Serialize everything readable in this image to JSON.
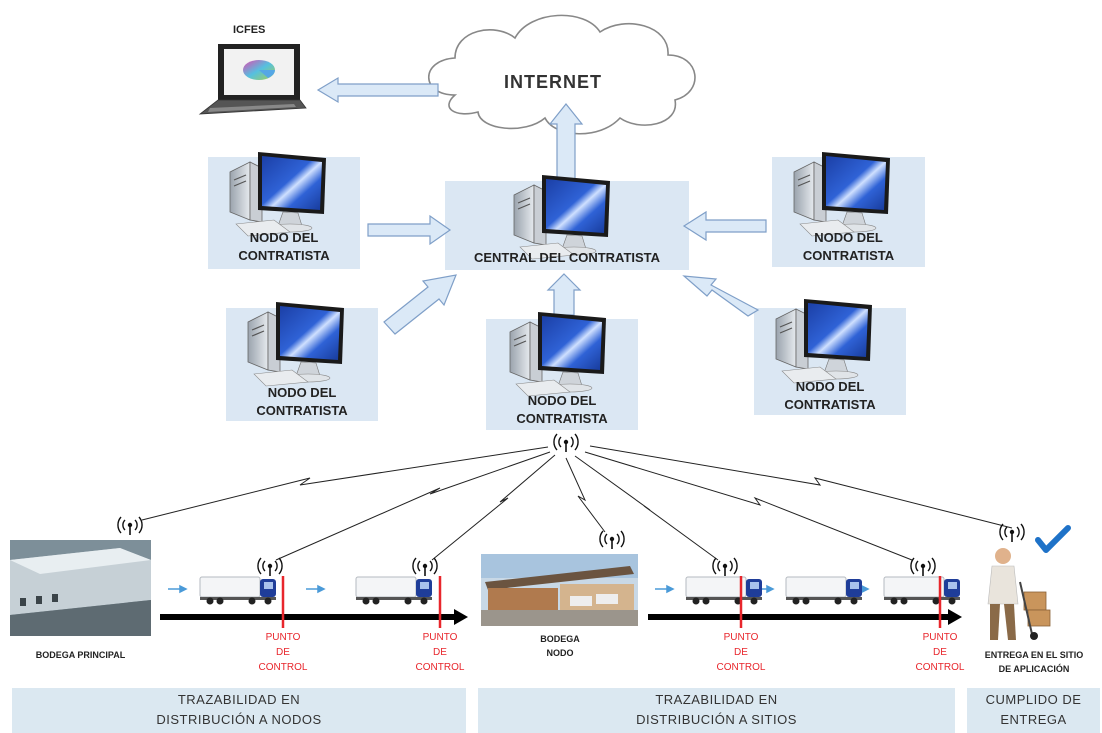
{
  "top": {
    "laptop_label": "ICFES",
    "cloud_label": "INTERNET"
  },
  "center_node": {
    "label": "CENTRAL DEL CONTRATISTA"
  },
  "nodes": [
    {
      "label": "NODO DEL\nCONTRATISTA"
    },
    {
      "label": "NODO DEL\nCONTRATISTA"
    },
    {
      "label": "NODO DEL\nCONTRATISTA"
    },
    {
      "label": "NODO DEL\nCONTRATISTA"
    },
    {
      "label": "NODO DEL\nCONTRATISTA"
    }
  ],
  "locations": {
    "bodega_principal": "BODEGA PRINCIPAL",
    "bodega_nodo": "BODEGA\nNODO",
    "entrega": "ENTREGA EN EL SITIO\nDE APLICACIÓN"
  },
  "control_point_label": "PUNTO\nDE\nCONTROL",
  "bands": [
    {
      "label": "TRAZABILIDAD EN\nDISTRIBUCIÓN A NODOS"
    },
    {
      "label": "TRAZABILIDAD EN\nDISTRIBUCIÓN A SITIOS"
    },
    {
      "label": "CUMPLIDO DE\nENTREGA"
    }
  ],
  "colors": {
    "panel": "#dbe7f3",
    "arrow_fill": "#dbe9f7",
    "arrow_stroke": "#7f9fc8",
    "control_red": "#e8262c",
    "truck_cab": "#1f3d99",
    "check_blue": "#1e72c8"
  },
  "icons": [
    "laptop-icon",
    "cloud-icon",
    "computer-icon",
    "antenna-icon",
    "truck-icon",
    "warehouse-icon",
    "delivery-person-icon",
    "checkmark-icon"
  ]
}
